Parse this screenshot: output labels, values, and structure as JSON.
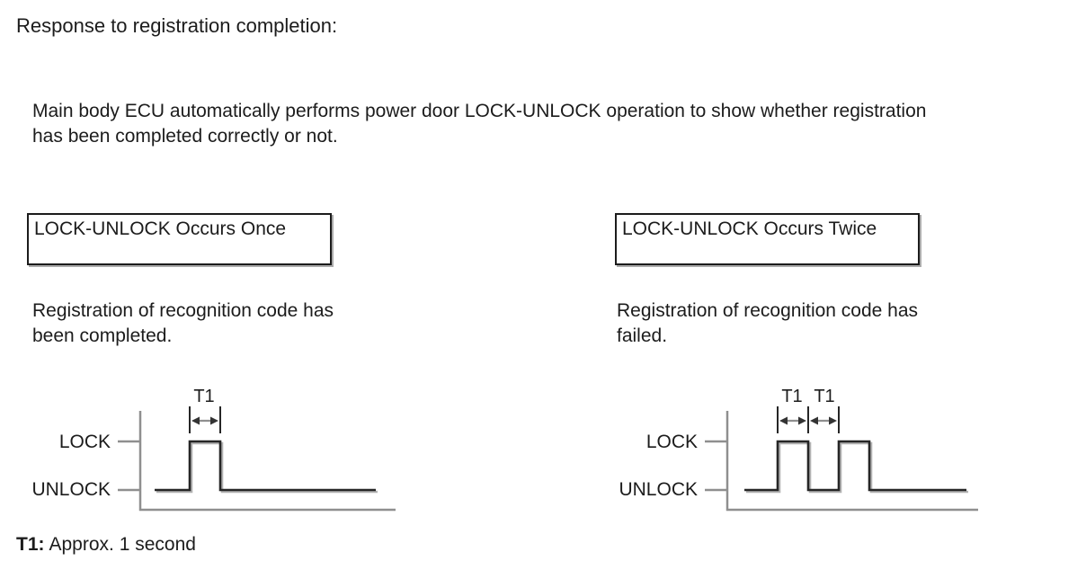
{
  "page": {
    "title": "Response to registration completion:",
    "description_lines": [
      "Main body ECU automatically performs power door LOCK-UNLOCK operation to show whether registration",
      "has been completed correctly or not."
    ],
    "footnote_prefix": "T1:",
    "footnote_text": "Approx. 1 second"
  },
  "panels": [
    {
      "box_label": "LOCK-UNLOCK Occurs Once",
      "result_lines": [
        "Registration of recognition code has",
        "been completed."
      ],
      "diagram": {
        "high_label": "LOCK",
        "low_label": "UNLOCK",
        "interval_labels": [
          "T1"
        ],
        "pulses": 1
      }
    },
    {
      "box_label": "LOCK-UNLOCK Occurs Twice",
      "result_lines": [
        "Registration of recognition code has",
        "failed."
      ],
      "diagram": {
        "high_label": "LOCK",
        "low_label": "UNLOCK",
        "interval_labels": [
          "T1",
          "T1"
        ],
        "pulses": 2
      }
    }
  ],
  "colors": {
    "text": "#1c1c1c",
    "box_border": "#1c1c1c",
    "axis_gray": "#8f8f8f",
    "waveform": "#262626",
    "waveform_shadow": "#b3b3b3",
    "arrow_shaft": "#8f8f8f",
    "arrow_head": "#333333"
  }
}
